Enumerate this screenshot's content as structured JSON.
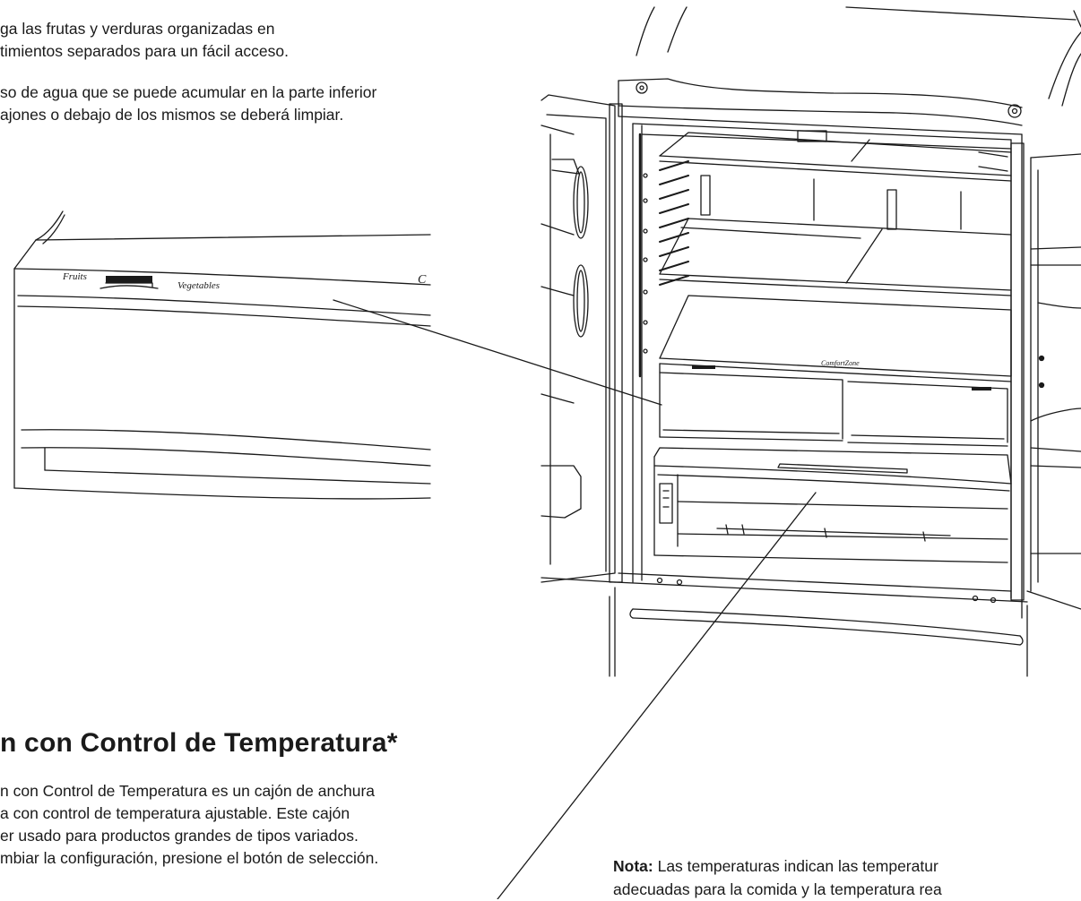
{
  "crisper_intro": {
    "lines": [
      "ga las frutas y verduras organizadas en",
      "timientos separados para un fácil acceso.",
      "so de agua que se puede acumular en la parte inferior",
      "ajones o debajo de los mismos se deberá limpiar."
    ]
  },
  "crisper_illustration": {
    "label_left": "Fruits",
    "label_right": "Vegetables",
    "label_edge": "C"
  },
  "fridge_illustration": {
    "drawer_label": "ComfortZone"
  },
  "temp_drawer": {
    "heading": "n con Control de Temperatura*",
    "lines": [
      "n con Control de Temperatura es un cajón de anchura",
      "a con control de temperatura ajustable. Este cajón",
      "er usado para productos grandes de tipos variados.",
      "mbiar la configuración, presione el botón de selección."
    ]
  },
  "note": {
    "label": "Nota:",
    "lines": [
      " Las temperaturas indican las temperatur",
      "adecuadas para la comida y la temperatura rea"
    ]
  }
}
